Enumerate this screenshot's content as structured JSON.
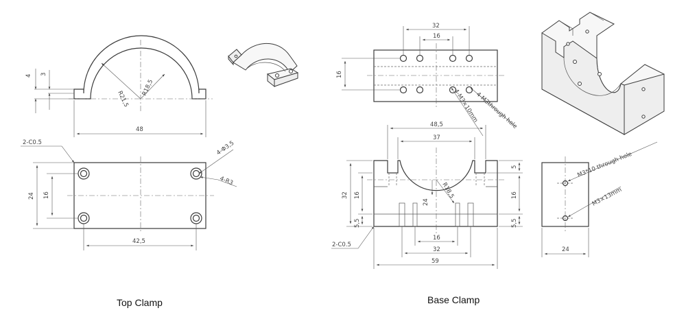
{
  "labels": {
    "top_clamp": "Top Clamp",
    "base_clamp": "Base Clamp"
  },
  "top_clamp": {
    "dim_4": "4",
    "dim_3": "3",
    "dim_r21": "R21,5",
    "dim_r18": "R18,5",
    "dim_48": "48",
    "dim_chamfer": "2-C0.5",
    "dim_hole": "4-Φ3,5",
    "dim_radius": "4-R3",
    "dim_24": "24",
    "dim_16": "16",
    "dim_42": "42,5"
  },
  "base_clamp": {
    "top_32": "32",
    "top_16": "16",
    "top_side_16": "16",
    "note_m3_10": "4-M3×10mm",
    "note_m3_through": "4-M3through hole",
    "dim_48": "48,5",
    "dim_37": "37",
    "dim_5_right": "5",
    "dim_16_right": "16",
    "dim_5_5_right": "5,5",
    "dim_32_left": "32",
    "dim_16_left": "16",
    "dim_5_5_left": "5,5",
    "dim_r18": "R18,5",
    "dim_24": "24",
    "bottom_16": "16",
    "bottom_32": "32",
    "bottom_59": "59",
    "chamfer": "2-C0.5"
  },
  "side_view": {
    "note_through": "M3*10 through hole",
    "note_m3_13": "M3×13mm",
    "dim_24": "24"
  }
}
